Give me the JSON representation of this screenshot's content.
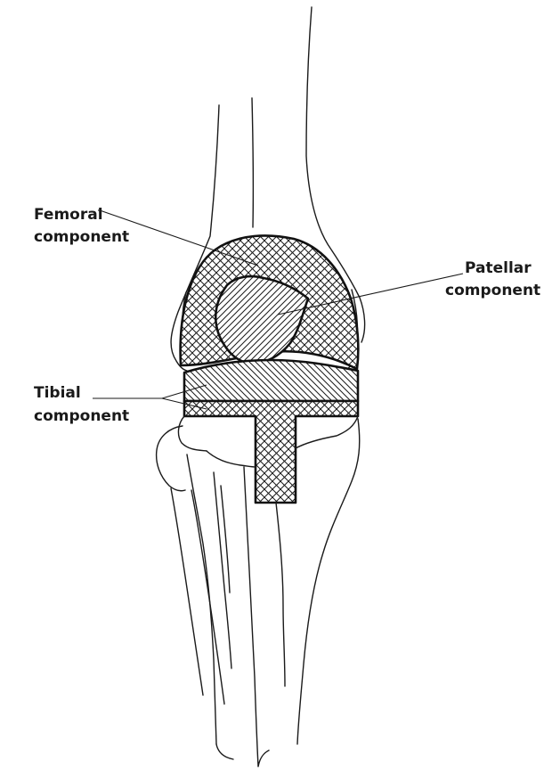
{
  "labels": {
    "femoral": {
      "line1": "Femoral",
      "line2": "component"
    },
    "patellar": {
      "line1": "Patellar",
      "line2": "component"
    },
    "tibial": {
      "line1": "Tibial",
      "line2": "component"
    }
  },
  "colors": {
    "line": "#1a1a1a",
    "background": "#ffffff"
  }
}
